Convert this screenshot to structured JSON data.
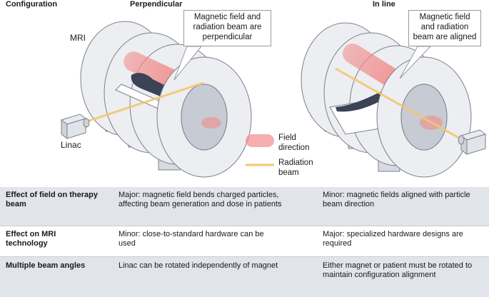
{
  "headers": {
    "configuration": "Configuration",
    "perpendicular": "Perpendicular",
    "inline": "In line"
  },
  "illustration": {
    "mri_label": "MRI",
    "linac_label": "Linac",
    "callout_perpendicular": "Magnetic field and radiation beam are perpendicular",
    "callout_inline": "Magnetic field and radiation beam are aligned",
    "legend": {
      "field_direction": "Field direction",
      "radiation_beam": "Radiation beam"
    }
  },
  "table": {
    "rows": [
      {
        "label": "Effect of field on therapy beam",
        "perpendicular": "Major: magnetic field bends charged particles, affecting beam generation and dose in patients",
        "inline": "Minor: magnetic fields aligned with particle beam direction"
      },
      {
        "label": "Effect on MRI technology",
        "perpendicular": "Minor: close-to-standard hardware can be used",
        "inline": "Major: specialized hardware designs are required"
      },
      {
        "label": "Multiple beam angles",
        "perpendicular": "Linac can be rotated independently of magnet",
        "inline": "Either magnet or patient must be rotated to maintain configuration alignment"
      }
    ]
  },
  "colors": {
    "field": "#f28b8b",
    "beam": "#f2c76e",
    "ring": "#e9ebf0",
    "ring_stroke": "#7c8089",
    "patient": "#3b4354",
    "table_shade": "#e1e4ea"
  }
}
